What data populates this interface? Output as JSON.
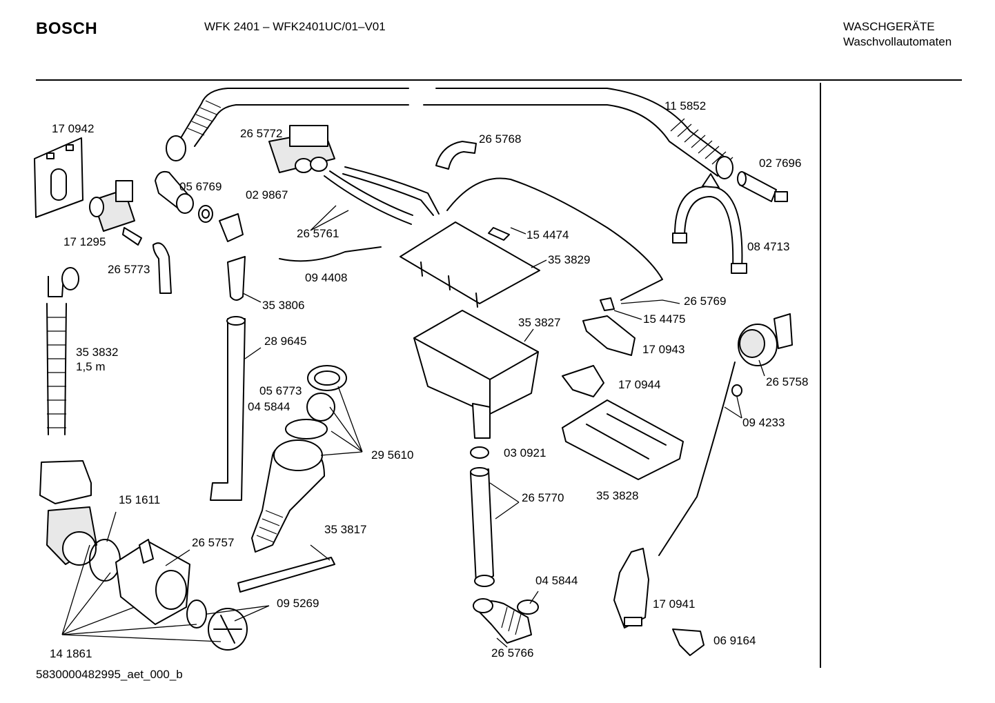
{
  "header": {
    "brand": "BOSCH",
    "model": "WFK 2401 – WFK2401UC/01–V01",
    "category_line1": "WASCHGERÄTE",
    "category_line2": "Waschvollautomaten"
  },
  "footer": {
    "document_code": "5830000482995_aet_000_b"
  },
  "part_labels": [
    "11 5852",
    "02 7696",
    "08 4713",
    "17 0942",
    "26 5772",
    "26 5768",
    "05 6769",
    "02 9867",
    "17 1295",
    "26 5761",
    "15 4474",
    "26 5773",
    "35 3829",
    "09 4408",
    "35 3806",
    "26 5769",
    "15 4475",
    "35 3827",
    "17 0943",
    "35 3832",
    "1,5 m",
    "28 9645",
    "26 5758",
    "17 0944",
    "05 6773",
    "04 5844",
    "09 4233",
    "29 5610",
    "03 0921",
    "15 1611",
    "26 5770",
    "35 3828",
    "35 3817",
    "26 5757",
    "04 5844",
    "09 5269",
    "17 0941",
    "06 9164",
    "14 1861",
    "26 5766"
  ]
}
